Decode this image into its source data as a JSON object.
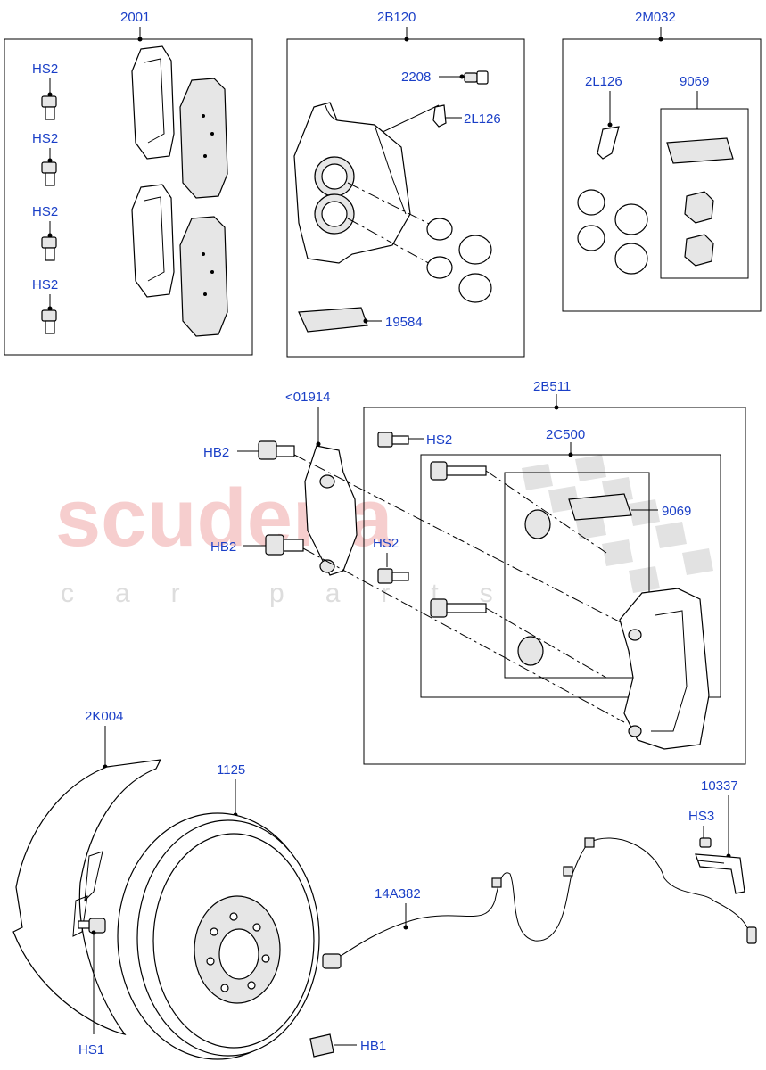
{
  "watermark": {
    "brand": "scuderia",
    "tagline": "car parts"
  },
  "groups": {
    "pads": {
      "label": "2001"
    },
    "caliper": {
      "label": "2B120"
    },
    "caliper_kit": {
      "label": "2M032"
    },
    "carrier": {
      "label": "2B511"
    },
    "carrier_kit": {
      "label": "2C500"
    }
  },
  "labels": {
    "hs2_a": "HS2",
    "hs2_b": "HS2",
    "hs2_c": "HS2",
    "hs2_d": "HS2",
    "bleed_screw": "2208",
    "bleed_cap": "2L126",
    "grease_a": "19584",
    "cap_kit": "2L126",
    "grease_kit": "9069",
    "bracket_plate": "<01914",
    "hb2_a": "HB2",
    "hb2_b": "HB2",
    "hs2_e": "HS2",
    "hs2_f": "HS2",
    "grease_b": "9069",
    "shield": "2K004",
    "disc": "1125",
    "sensor": "14A382",
    "clip": "10337",
    "hs3": "HS3",
    "hs1": "HS1",
    "hb1": "HB1"
  }
}
